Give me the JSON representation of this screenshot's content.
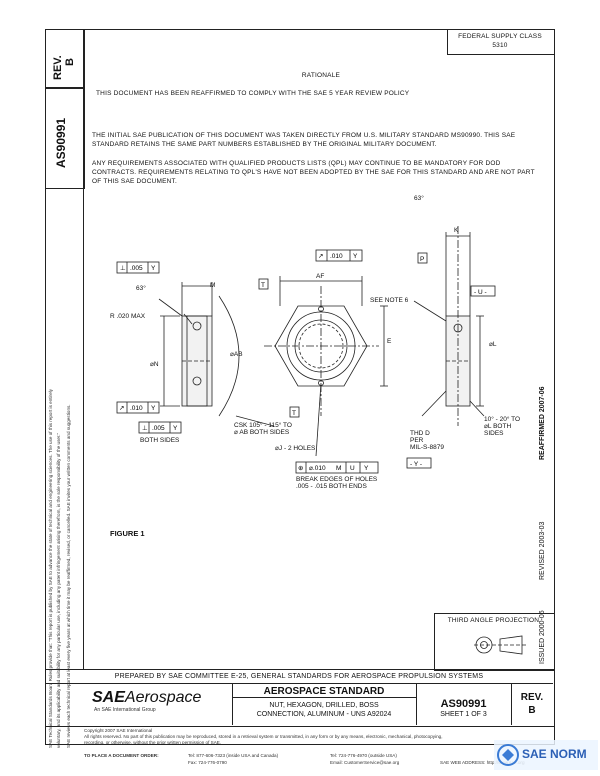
{
  "header": {
    "rev_label": "REV.",
    "rev_value": "B",
    "doc_number": "AS90991",
    "federal_supply_class_label": "FEDERAL SUPPLY CLASS",
    "federal_supply_class_value": "5310"
  },
  "body": {
    "rationale_title": "RATIONALE",
    "rationale_text": "THIS DOCUMENT HAS BEEN REAFFIRMED TO COMPLY WITH THE SAE 5 YEAR REVIEW POLICY",
    "para1": "THE INITIAL SAE PUBLICATION OF THIS DOCUMENT WAS TAKEN DIRECTLY FROM U.S. MILITARY STANDARD MS90990. THIS SAE STANDARD RETAINS THE SAME PART NUMBERS ESTABLISHED BY THE ORIGINAL MILITARY DOCUMENT.",
    "para2": "ANY REQUIREMENTS ASSOCIATED WITH QUALIFIED PRODUCTS LISTS (QPL) MAY CONTINUE TO BE MANDATORY FOR DOD CONTRACTS. REQUIREMENTS RELATING TO QPL'S HAVE NOT BEEN ADOPTED BY THE SAE FOR THIS STANDARD AND ARE NOT PART OF THIS SAE DOCUMENT."
  },
  "drawing": {
    "fcf_left_top": [
      ".005",
      "Y"
    ],
    "fcf_left_mid": [
      ".010",
      "Y"
    ],
    "fcf_left_bot": [
      ".005",
      "Y"
    ],
    "fcf_center_top": [
      ".010",
      "Y"
    ],
    "fcf_center_bot": [
      "⌀.010",
      "M",
      "U",
      "Y"
    ],
    "label_m": "M",
    "label_t1": "T",
    "label_t2": "T",
    "label_angle_left": "63°",
    "label_angle_right": "63°",
    "label_r_max": "R .020 MAX",
    "label_phi_n": "⌀N",
    "label_phi_ab": "⌀AB",
    "label_both_sides": "BOTH SIDES",
    "label_af": "AF",
    "label_e": "E",
    "label_k": "K",
    "label_p": "P",
    "label_u": "- U -",
    "label_y": "- Y -",
    "label_phi_l": "⌀L",
    "label_see_note": "SEE NOTE 6",
    "label_csk": "CSK 105° - 115° TO\n⌀ AB BOTH SIDES",
    "label_holes": "⌀J - 2 HOLES",
    "label_break": "BREAK EDGES OF HOLES\n.005 - .015 BOTH ENDS",
    "label_thd": "THD D\nPER\nMIL-S-8879",
    "label_chamfer": "10° - 20° TO\n⌀L BOTH\nSIDES",
    "figure_caption": "FIGURE 1"
  },
  "right_margin": {
    "reaffirmed": "REAFFIRMED 2007-06",
    "revised": "REVISED 2003-03",
    "issued": "ISSUED 2000-06"
  },
  "left_margin": {
    "line1": "SAE Technical Standards Board Rules provide that: \"This report is published by SAE to advance the state of technical and engineering sciences. The use of this report is entirely",
    "line2": "voluntary, and its applicability and suitability for any particular use, including any patent infringement arising therefrom, is the sole responsibility of the user.\"",
    "line3": "SAE reviews each technical report at least every five years at which time it may be reaffirmed, revised, or cancelled. SAE invites your written comments and suggestions."
  },
  "thread_projection": {
    "title": "THIRD ANGLE PROJECTION"
  },
  "title_block": {
    "prepared_by": "PREPARED BY SAE COMMITTEE E-25, GENERAL STANDARDS FOR AEROSPACE PROPULSION SYSTEMS",
    "logo_sae": "SAE",
    "logo_aerospace": "Aerospace",
    "logo_tagline": "An SAE International Group",
    "standard_label": "AEROSPACE STANDARD",
    "title_line1": "NUT, HEXAGON, DRILLED, BOSS",
    "title_line2": "CONNECTION, ALUMINUM - UNS A92024",
    "doc_number": "AS90991",
    "sheet": "SHEET 1 OF 3",
    "rev_label": "REV.",
    "rev_value": "B"
  },
  "footer": {
    "copyright": "Copyright 2007 SAE International",
    "rights": "All rights reserved. No part of this publication may be reproduced, stored in a retrieval system or transmitted, in any form or by any means, electronic, mechanical, photocopying,",
    "rights2": "recording, or otherwise, without the prior written permission of SAE.",
    "order_label": "TO PLACE A DOCUMENT ORDER:",
    "tel1": "Tel: 877-606-7323 (inside USA and Canada)",
    "tel2": "Tel: 724-776-4970 (outside USA)",
    "fax": "Fax: 724-776-0790",
    "email": "Email: CustomerService@sae.org",
    "web": "SAE WEB ADDRESS: http://www.sae.org"
  },
  "watermark": {
    "text": "SAE NORM"
  }
}
